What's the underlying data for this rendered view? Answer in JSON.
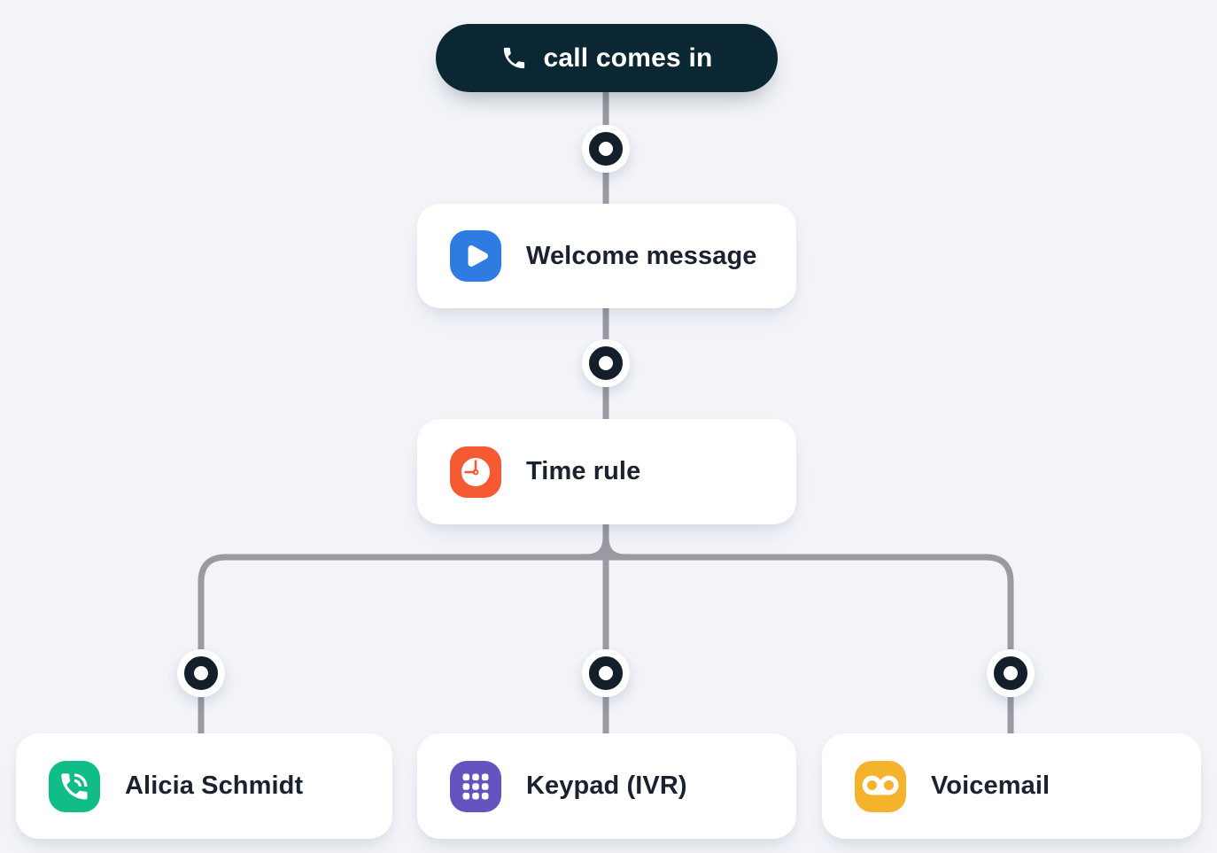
{
  "theme": {
    "canvas_bg": "#f2f4f8",
    "line_color": "#9a9aa2",
    "dot_color": "#151e2b",
    "card_bg": "#ffffff",
    "label_color": "#1a2230"
  },
  "trigger": {
    "label": "call comes in",
    "bg": "#0b2733",
    "icon": "phone-icon"
  },
  "nodes": {
    "welcome": {
      "label": "Welcome message",
      "icon": "play-icon",
      "icon_bg": "#2e7ce2"
    },
    "time_rule": {
      "label": "Time rule",
      "icon": "clock-icon",
      "icon_bg": "#f65a33"
    },
    "alicia": {
      "label": "Alicia Schmidt",
      "icon": "phone-call-icon",
      "icon_bg": "#10bc87"
    },
    "keypad": {
      "label": "Keypad (IVR)",
      "icon": "keypad-icon",
      "icon_bg": "#6554c0"
    },
    "voicemail": {
      "label": "Voicemail",
      "icon": "voicemail-icon",
      "icon_bg": "#f5b32d"
    }
  }
}
